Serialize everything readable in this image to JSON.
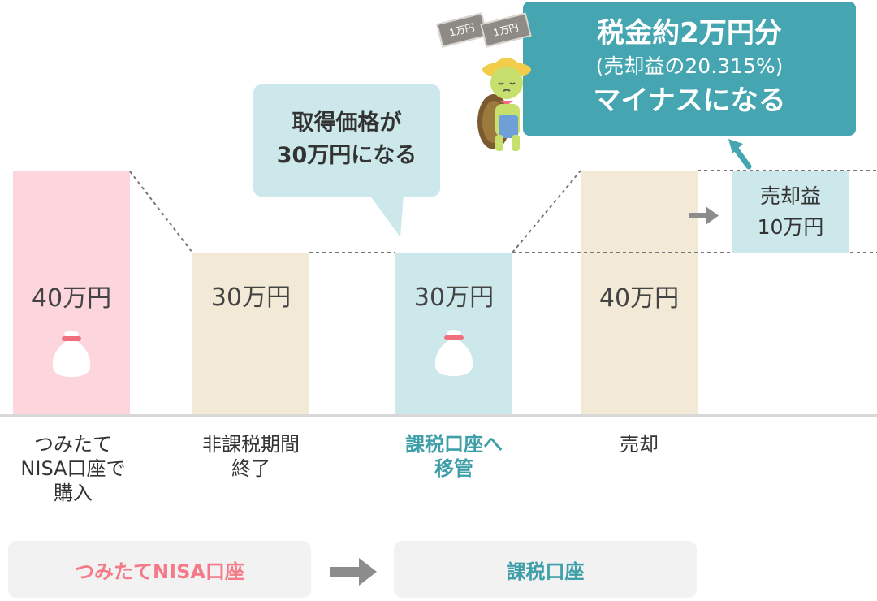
{
  "columns": [
    {
      "value": "40万円",
      "color": "#fcd6dc"
    },
    {
      "value": "30万円",
      "color": "#f2ead7"
    },
    {
      "value": "30万円",
      "color": "#cde8ea"
    },
    {
      "value": "40万円",
      "color": "#f2ead7"
    }
  ],
  "steps": [
    {
      "lines": [
        "つみたて",
        "NISA口座で",
        "購入"
      ]
    },
    {
      "lines": [
        "非課税期間",
        "終了"
      ]
    },
    {
      "lines": [
        "課税口座へ",
        "移管"
      ]
    },
    {
      "lines": [
        "売却"
      ]
    }
  ],
  "accounts": {
    "nisa": {
      "label": "つみたてNISA口座",
      "color": "#f47a87"
    },
    "taxable": {
      "label": "課税口座",
      "color": "#3f9fa9"
    }
  },
  "acquisition_bubble": {
    "lines": [
      "取得価格が",
      "30万円になる"
    ]
  },
  "gain_box": {
    "lines": [
      "売却益",
      "10万円"
    ]
  },
  "tax_box": {
    "line1": "税金約2万円分",
    "line2": "(売却益の20.315%)",
    "line3": "マイナスになる"
  },
  "bills": [
    "1万円",
    "1万円"
  ],
  "colors": {
    "accent_teal": "#45a6b1",
    "accent_pink": "#f47a87",
    "arrow_gray": "#8c8c8c"
  }
}
